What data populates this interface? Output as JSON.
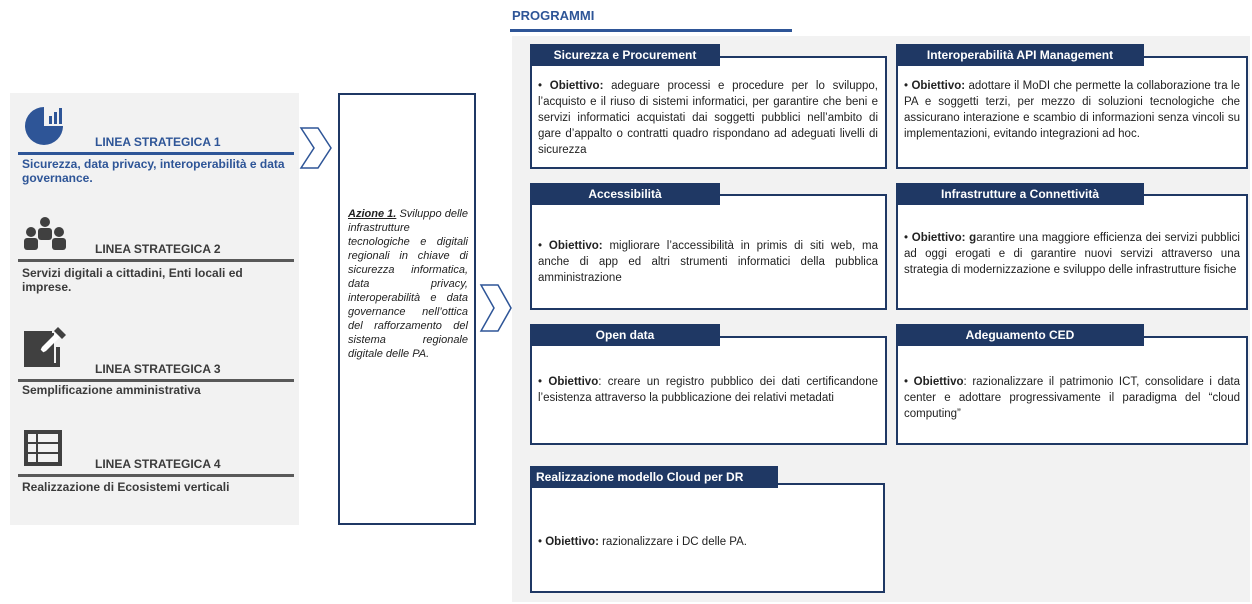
{
  "lines": [
    {
      "title": "LINEA STRATEGICA 1",
      "desc": "Sicurezza, data privacy, interoperabilità e data governance.",
      "icon": "pie-chart-icon"
    },
    {
      "title": "LINEA STRATEGICA 2",
      "desc": "Servizi digitali a cittadini, Enti locali ed imprese.",
      "icon": "people-icon"
    },
    {
      "title": "LINEA STRATEGICA 3",
      "desc": "Semplificazione amministrativa",
      "icon": "pen-icon"
    },
    {
      "title": "LINEA STRATEGICA 4",
      "desc": "Realizzazione di Ecosistemi verticali",
      "icon": "server-icon"
    }
  ],
  "azione": {
    "lead": "Azione 1.",
    "text": " Sviluppo delle infrastrutture tecnologiche e digitali regionali in chiave di sicurezza informatica, data privacy, interoperabilità e data governance nell’ottica del rafforzamento del sistema regionale digitale delle PA."
  },
  "programmi": {
    "title": "PROGRAMMI",
    "cards": [
      {
        "header": "Sicurezza e Procurement",
        "keyword": "Obiettivo:",
        "text": " adeguare processi e procedure per lo sviluppo, l’acquisto e il riuso di sistemi informatici, per garantire che beni e servizi informatici acquistati dai soggetti pubblici nell’ambito di gare d’appalto o contratti quadro rispondano ad adeguati livelli di sicurezza"
      },
      {
        "header": "Interoperabilità API Management",
        "keyword": "Obiettivo:",
        "text": " adottare il MoDI che permette la collaborazione tra le PA e soggetti terzi, per mezzo di soluzioni tecnologiche che assicurano interazione e scambio di informazioni senza vincoli su implementazioni, evitando integrazioni ad hoc."
      },
      {
        "header": "Accessibilità",
        "keyword": "Obiettivo:",
        "text": " migliorare l’accessibilità in primis di siti web, ma anche di app ed altri strumenti informatici della pubblica amministrazione"
      },
      {
        "header": "Infrastrutture a Connettività",
        "keyword": "Obiettivo: g",
        "text": "arantire una maggiore efficienza dei servizi pubblici ad oggi erogati e di garantire nuovi servizi attraverso una strategia di modernizzazione e sviluppo delle infrastrutture fisiche"
      },
      {
        "header": "Open data",
        "keyword": "Obiettivo",
        "text": ": creare un registro pubblico dei dati certificandone l’esistenza attraverso la pubblicazione dei relativi metadati"
      },
      {
        "header": "Adeguamento CED",
        "keyword": "Obiettivo",
        "text": ": razionalizzare il patrimonio ICT, consolidare i data center e adottare progressivamente il paradigma del “cloud computing”"
      },
      {
        "header": "Realizzazione modello Cloud per DR",
        "keyword": "Obiettivo:",
        "text": " razionalizzare i DC delle PA."
      }
    ]
  },
  "colors": {
    "accent": "#2e5597",
    "navy": "#1f3864",
    "panel": "#f2f2f2",
    "dark": "#595959"
  }
}
